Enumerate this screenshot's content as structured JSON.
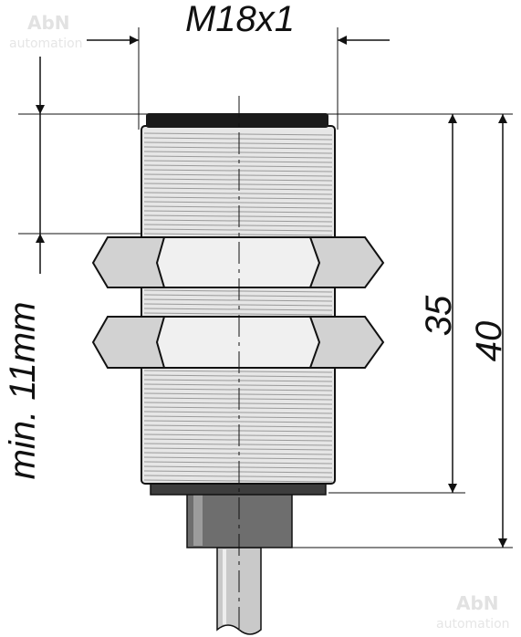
{
  "diagram": {
    "thread_label": "M18x1",
    "dim_35": "35",
    "dim_40": "40",
    "min_label": "min. 11mm"
  },
  "watermark": {
    "brand": "AbN",
    "sub": "automation"
  },
  "colors": {
    "line": "#111111",
    "body_fill": "#e6e6e6",
    "thread_line": "#9a9a9a",
    "nut_fill": "#d2d2d2",
    "nut_face_light": "#f0f0f0",
    "connector_fill": "#6e6e6e",
    "cable_fill": "#c9c9c9",
    "cap_fill": "#1a1a1a"
  }
}
